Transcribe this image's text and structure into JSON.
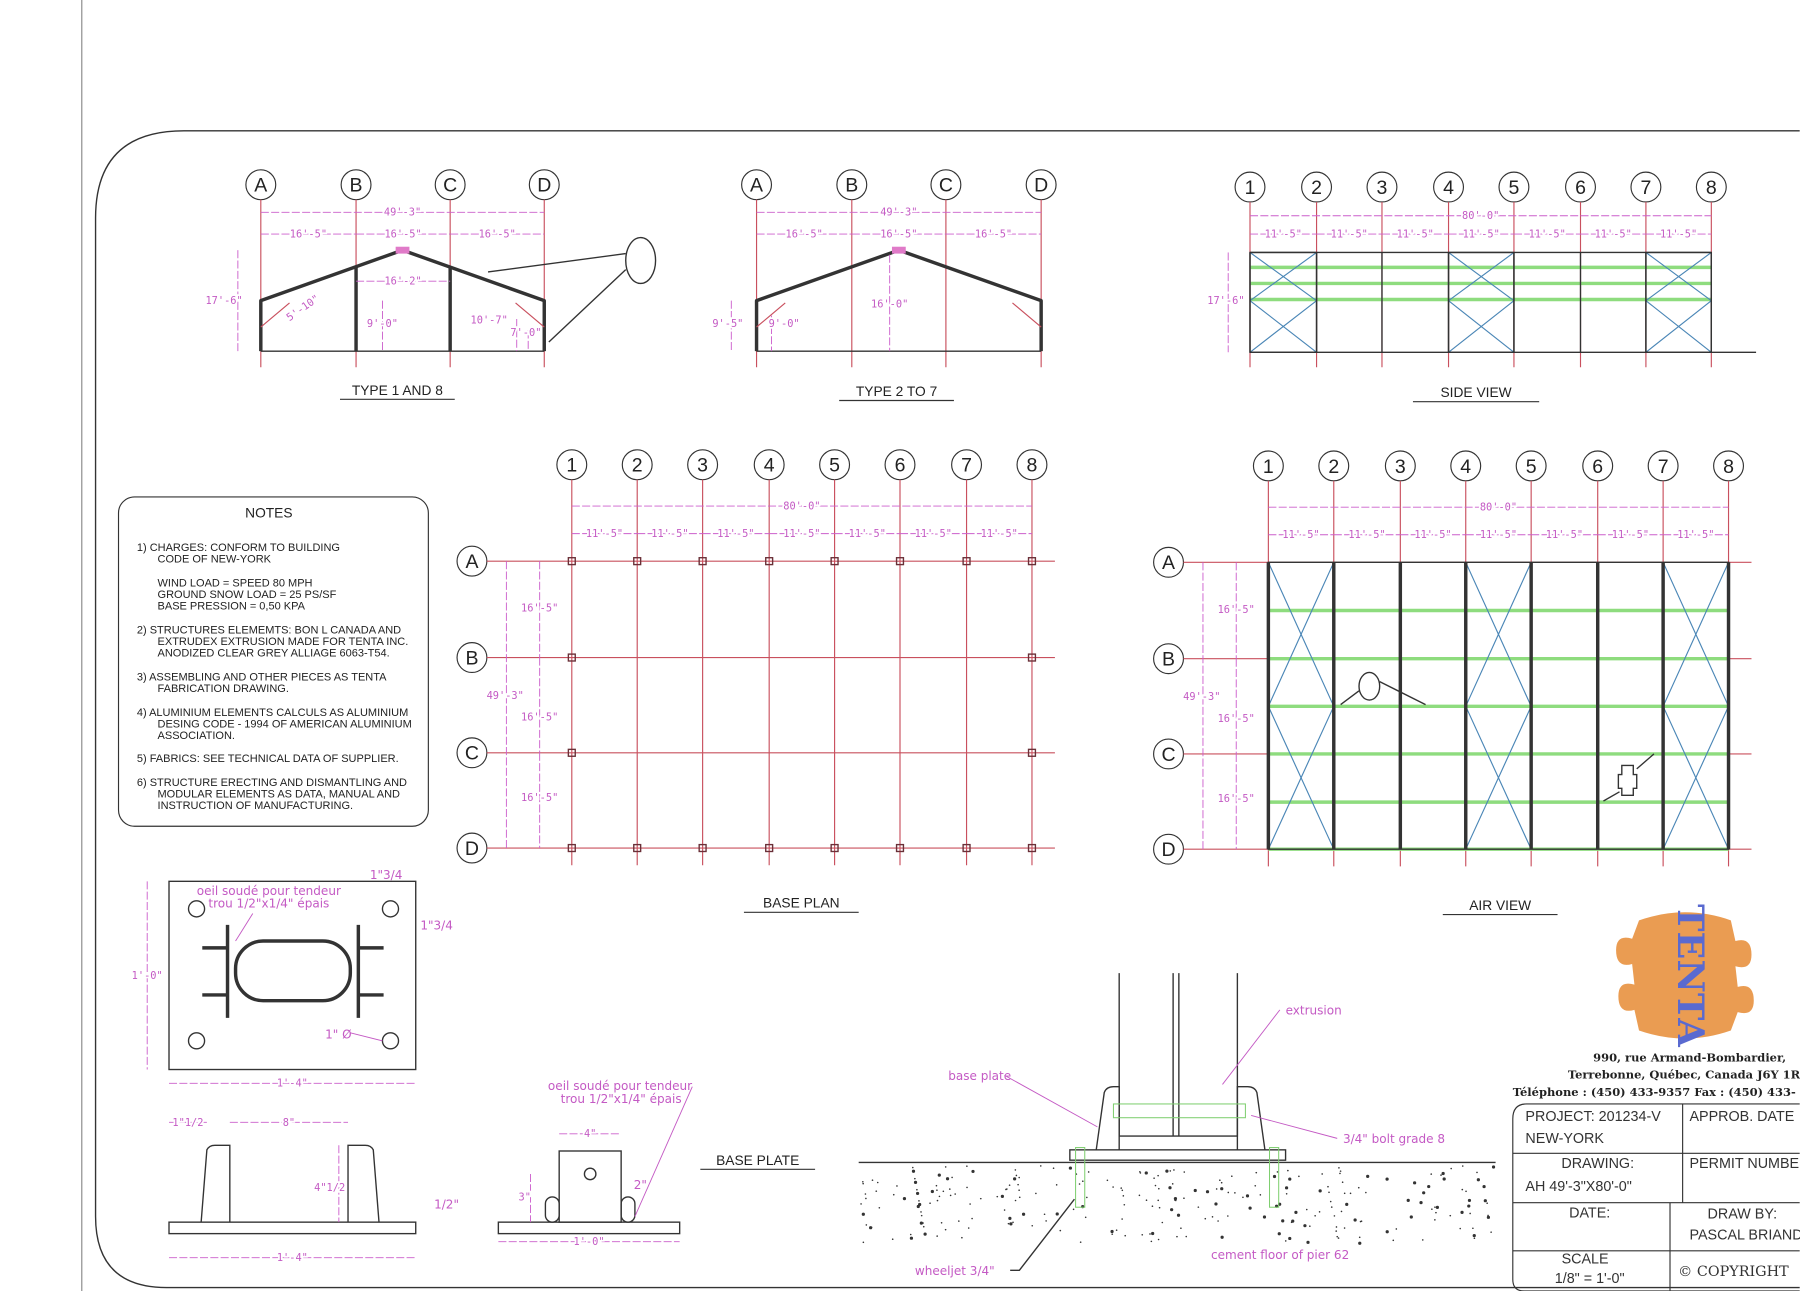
{
  "notes": {
    "title": "NOTES",
    "lines": [
      "1) CHARGES: CONFORM TO BUILDING",
      "CODE OF NEW-YORK",
      "WIND LOAD = SPEED 80 MPH",
      "GROUND SNOW LOAD = 25 PS/SF",
      "BASE PRESSION = 0,50 KPA",
      "2) STRUCTURES ELEMEMTS: BON L CANADA AND",
      "EXTRUDEX EXTRUSION MADE FOR TENTA INC.",
      "ANODIZED CLEAR GREY ALLIAGE 6063-T54.",
      "3) ASSEMBLING AND OTHER PIECES AS TENTA",
      "FABRICATION DRAWING.",
      "4) ALUMINIUM ELEMENTS CALCULS AS ALUMINIUM",
      "DESING CODE - 1994 OF AMERICAN ALUMINIUM",
      "ASSOCIATION.",
      "5) FABRICS: SEE TECHNICAL DATA OF SUPPLIER.",
      "6) STRUCTURE ERECTING AND DISMANTLING AND",
      "MODULAR ELEMENTS AS DATA, MANUAL AND",
      "INSTRUCTION OF MANUFACTURING."
    ]
  },
  "axes_letters": [
    "A",
    "B",
    "C",
    "D"
  ],
  "axes_numbers": [
    "1",
    "2",
    "3",
    "4",
    "5",
    "6",
    "7",
    "8"
  ],
  "type1": {
    "label": "TYPE 1 AND 8",
    "overall": "49'-3\"",
    "bay": "16'-5\"",
    "height": "17'-6\"",
    "inner": "16'-2\"",
    "post": "9'-0\"",
    "knee": "10'-7\"",
    "eave": "7'-0\"",
    "brace": "5'-10\""
  },
  "type2": {
    "label": "TYPE 2 TO 7",
    "overall": "49'-3\"",
    "bay": "16'-5\"",
    "height": "16'-0\"",
    "side": "9'-5\"",
    "post": "9'-0\""
  },
  "side_view": {
    "label": "SIDE VIEW",
    "overall": "80'-0\"",
    "bay": "11'-5\"",
    "height": "17'-6\""
  },
  "base_plan": {
    "label": "BASE PLAN",
    "overall_x": "80'-0\"",
    "bay_x": "11'-5\"",
    "overall_y": "49'-3\"",
    "bay_y": "16'-5\""
  },
  "air_view": {
    "label": "AIR VIEW",
    "overall_x": "80'-0\"",
    "bay_x": "11'-5\"",
    "overall_y": "49'-3\"",
    "bay_y": "16'-5\""
  },
  "base_plate": {
    "label": "BASE PLATE",
    "eye_note_1": "oeil soudé pour tendeur",
    "eye_note_2": "trou 1/2\"x1/4\" épais",
    "edge": "1\"3/4",
    "height": "1'-0\"",
    "width": "1'-4\"",
    "hole": "1\" Ø",
    "flange": "1\"1/2",
    "gap": "8\"",
    "upright": "4\"1/2",
    "thickness": "1/2\"",
    "end_width": "1'-0\"",
    "box": "4\"",
    "hole_offset": "2\"",
    "hole_height": "3\""
  },
  "section": {
    "extrusion": "extrusion",
    "base_plate": "base plate",
    "bolt": "3/4\" bolt grade 8",
    "floor": "cement floor of pier 62",
    "anchor": "wheeljet 3/4\""
  },
  "company": {
    "logo_text": "TENTA",
    "address": [
      "990, rue Armand-Bombardier,",
      "Terrebonne, Québec, Canada J6Y 1R",
      "Téléphone : (450) 433-9357 Fax : (450) 433-"
    ]
  },
  "title_block": {
    "project": "PROJECT: 201234-V",
    "location": "NEW-YORK",
    "approb": "APPROB. DATE",
    "drawing_label": "DRAWING:",
    "drawing": "AH 49'-3\"X80'-0\"",
    "permit": "PERMIT NUMBER",
    "date_label": "DATE:",
    "draw_by_label": "DRAW BY:",
    "draw_by": "PASCAL BRIAND",
    "scale_label": "SCALE",
    "scale": "1/8\" = 1'-0\"",
    "copyright": "© COPYRIGHT"
  },
  "colors": {
    "dimension": "#c45ac4",
    "grid": "#c9505e",
    "purlin": "#8edc7e",
    "bracing": "#4a86b6",
    "logo": "#e8913f"
  }
}
